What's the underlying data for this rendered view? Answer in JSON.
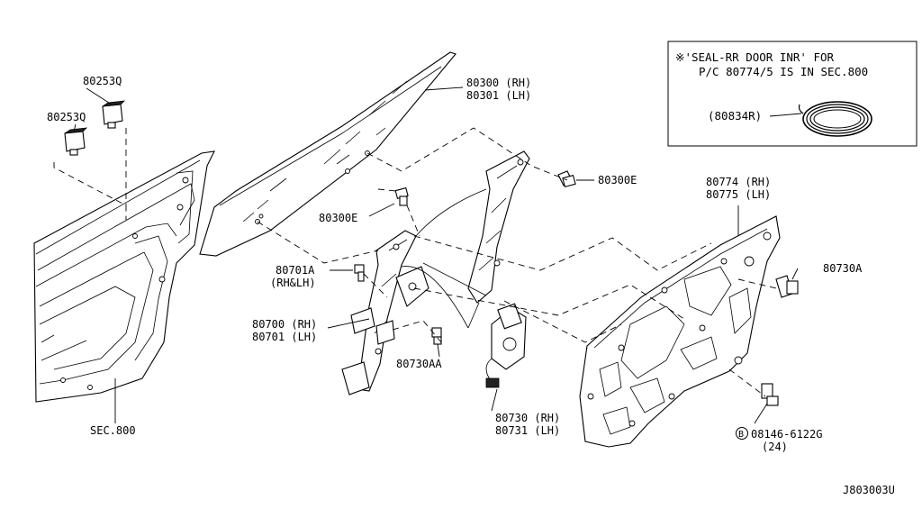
{
  "notice": {
    "line1": "※'SEAL-RR DOOR INR' FOR",
    "line2": "P/C 80774/5 IS IN SEC.800",
    "seal_part": "(80834R)"
  },
  "labels": {
    "clip_top": "80253Q",
    "clip_mid": "80253Q",
    "glass_rh": "80300 (RH)",
    "glass_lh": "80301 (LH)",
    "bolt_right": "80300E",
    "bolt_left": "80300E",
    "panel_rh": "80774 (RH)",
    "panel_lh": "80775 (LH)",
    "bolt_panel": "80730A",
    "reg_bolt": "80701A",
    "reg_bolt_note": "(RH&LH)",
    "reg_rh": "80700 (RH)",
    "reg_lh": "80701 (LH)",
    "motor_bolt": "80730AA",
    "motor_rh": "80730 (RH)",
    "motor_lh": "80731 (LH)",
    "bolt_code_mark": "B",
    "bolt_code": "08146-6122G",
    "bolt_qty": "(24)",
    "section": "SEC.800",
    "diagram_id": "J803003U"
  }
}
